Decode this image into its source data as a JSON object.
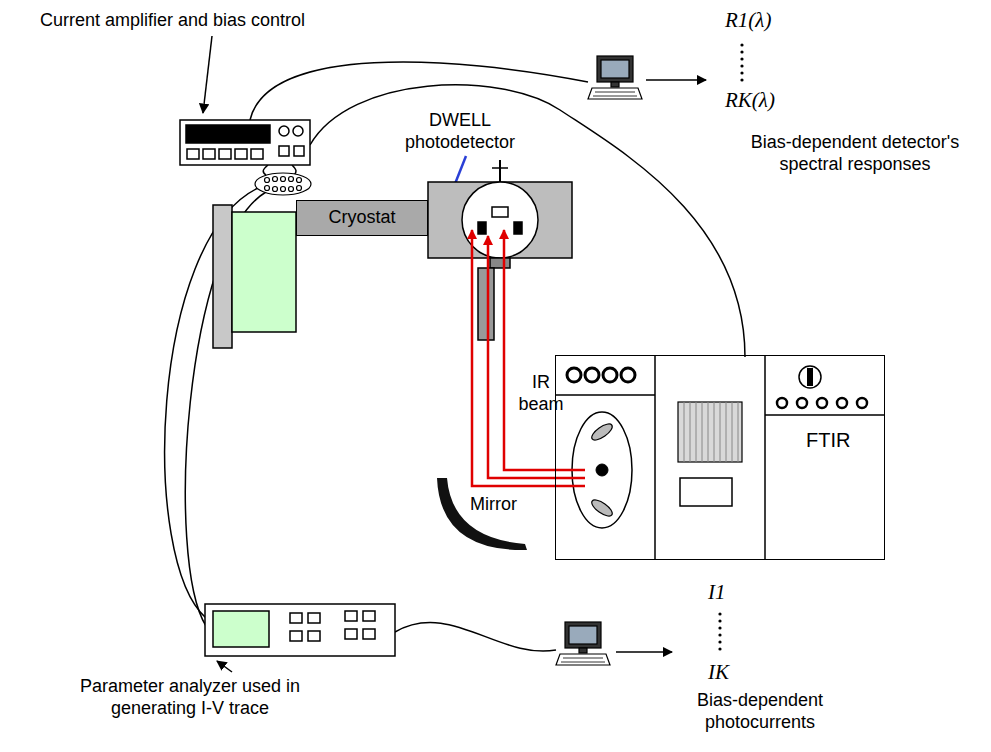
{
  "diagram": {
    "nodes": [
      {
        "text": [
          "Cryostat"
        ]
      },
      {
        "text": [
          "FTIR"
        ]
      }
    ],
    "labels": [
      "Current amplifier and bias control",
      "R1(λ)",
      "RK(λ)",
      "Bias-dependent detector's spectral responses",
      "DWELL photodetector",
      "IR beam",
      "Mirror",
      "Parameter analyzer used in generating I-V trace",
      "I1",
      "IK",
      "Bias-dependent photocurrents"
    ]
  }
}
